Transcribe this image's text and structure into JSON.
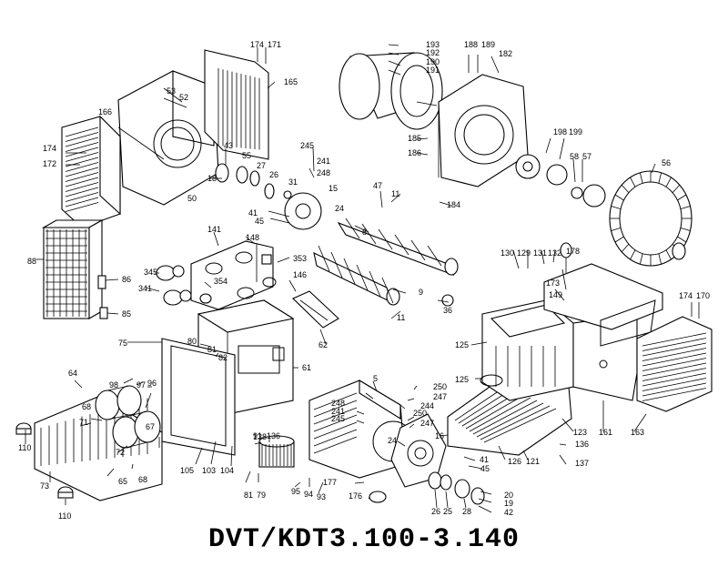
{
  "title": "DVT/KDT3.100-3.140",
  "part_numbers": [
    "174",
    "171",
    "165",
    "53",
    "52",
    "166",
    "174",
    "172",
    "43",
    "18",
    "55",
    "27",
    "26",
    "31",
    "50",
    "193",
    "192",
    "190",
    "191",
    "188",
    "189",
    "182",
    "185",
    "186",
    "245",
    "241",
    "248",
    "47",
    "15",
    "41",
    "45",
    "24",
    "198",
    "199",
    "58",
    "57",
    "56",
    "184",
    "11",
    "8",
    "88",
    "141",
    "148",
    "353",
    "345",
    "354",
    "341",
    "86",
    "85",
    "146",
    "62",
    "9",
    "11",
    "36",
    "130",
    "129",
    "131",
    "132",
    "178",
    "173",
    "149",
    "174",
    "170",
    "75",
    "80",
    "81",
    "82",
    "61",
    "125",
    "125",
    "64",
    "98",
    "97",
    "96",
    "68",
    "71",
    "72",
    "67",
    "110",
    "73",
    "65",
    "68",
    "105",
    "103",
    "104",
    "138",
    "136",
    "91",
    "81",
    "79",
    "95",
    "94",
    "93",
    "248",
    "241",
    "245",
    "5",
    "250",
    "247",
    "244",
    "250",
    "247",
    "24",
    "16",
    "41",
    "45",
    "126",
    "121",
    "123",
    "136",
    "137",
    "161",
    "163",
    "177",
    "176",
    "26",
    "25",
    "28",
    "20",
    "19",
    "42",
    "110"
  ]
}
